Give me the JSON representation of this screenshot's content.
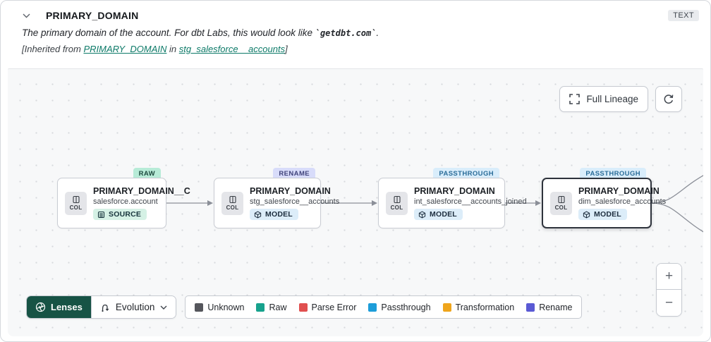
{
  "header": {
    "title": "PRIMARY_DOMAIN",
    "type_badge": "TEXT",
    "description_prefix": "The primary domain of the account. For dbt Labs, this would look like ",
    "description_code": "`getdbt.com`",
    "description_suffix": ".",
    "inherited_prefix": "[Inherited from ",
    "inherited_link_column": "PRIMARY_DOMAIN",
    "inherited_middle": " in ",
    "inherited_link_model": "stg_salesforce__accounts",
    "inherited_suffix": "]"
  },
  "canvas": {
    "full_lineage_label": "Full Lineage",
    "nodes": [
      {
        "status": "RAW",
        "status_bg": "#b7ebd7",
        "status_fg": "#1d4a3e",
        "title": "PRIMARY_DOMAIN__C",
        "subtitle": "salesforce.account",
        "col_label": "COL",
        "resource": "SOURCE",
        "resource_bg": "#d5f1e5",
        "resource_fg": "#17343c"
      },
      {
        "status": "RENAME",
        "status_bg": "#d8dcfa",
        "status_fg": "#40437a",
        "title": "PRIMARY_DOMAIN",
        "subtitle": "stg_salesforce__accounts",
        "col_label": "COL",
        "resource": "MODEL",
        "resource_bg": "#dcedf9",
        "resource_fg": "#1d2e3e"
      },
      {
        "status": "PASSTHROUGH",
        "status_bg": "#d9edfb",
        "status_fg": "#2b6d99",
        "title": "PRIMARY_DOMAIN",
        "subtitle": "int_salesforce__accounts_joined",
        "col_label": "COL",
        "resource": "MODEL",
        "resource_bg": "#dcedf9",
        "resource_fg": "#1d2e3e"
      },
      {
        "status": "PASSTHROUGH",
        "status_bg": "#d9edfb",
        "status_fg": "#2b6d99",
        "title": "PRIMARY_DOMAIN",
        "subtitle": "dim_salesforce_accounts",
        "col_label": "COL",
        "resource": "MODEL",
        "resource_bg": "#dcedf9",
        "resource_fg": "#1d2e3e"
      }
    ]
  },
  "toolbar": {
    "lenses_label": "Lenses",
    "lenses_bg": "#175345",
    "lens_selected": "Evolution"
  },
  "legend": {
    "items": [
      {
        "label": "Unknown",
        "color": "#55565c"
      },
      {
        "label": "Raw",
        "color": "#17a28d"
      },
      {
        "label": "Parse Error",
        "color": "#e04f4f"
      },
      {
        "label": "Passthrough",
        "color": "#1d9dd9"
      },
      {
        "label": "Transformation",
        "color": "#efa51c"
      },
      {
        "label": "Rename",
        "color": "#5a5ad4"
      }
    ]
  },
  "zoom_controls": {
    "zoom_in": "+",
    "zoom_out": "−"
  }
}
